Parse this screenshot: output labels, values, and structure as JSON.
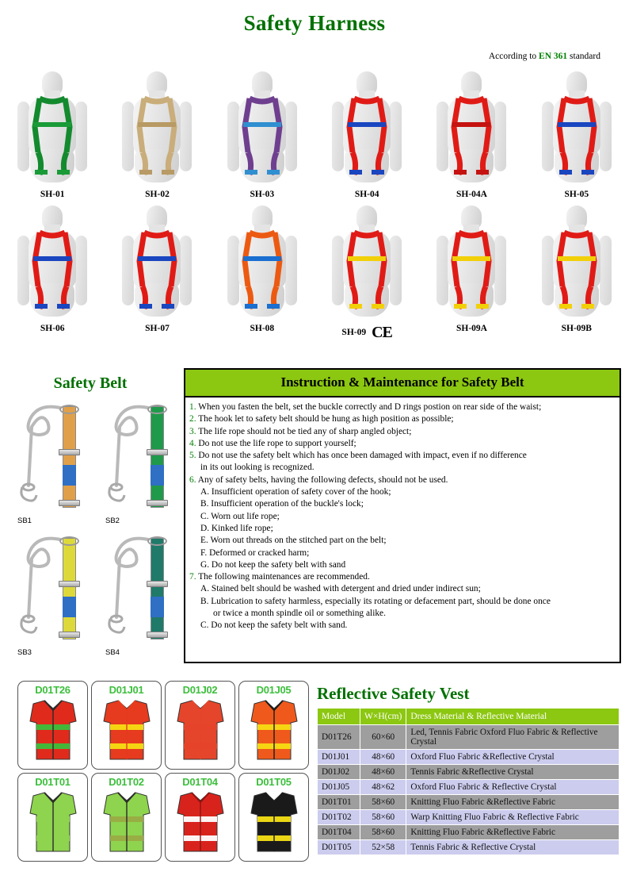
{
  "header": {
    "title": "Safety Harness",
    "standard_prefix": "According to ",
    "standard_code": "EN 361",
    "standard_suffix": " standard",
    "title_color": "#007000"
  },
  "harnesses": [
    {
      "code": "SH-01",
      "colors": [
        "#138a2e",
        "#1a9b37"
      ],
      "ce": ""
    },
    {
      "code": "SH-02",
      "colors": [
        "#c9ad7a",
        "#b89a64"
      ],
      "ce": ""
    },
    {
      "code": "SH-03",
      "colors": [
        "#6f3f8f",
        "#2f8fd0"
      ],
      "ce": ""
    },
    {
      "code": "SH-04",
      "colors": [
        "#e01b16",
        "#1a46c0"
      ],
      "ce": ""
    },
    {
      "code": "SH-04A",
      "colors": [
        "#e01b16",
        "#c41310"
      ],
      "ce": ""
    },
    {
      "code": "SH-05",
      "colors": [
        "#e01b16",
        "#1a46c0"
      ],
      "ce": ""
    },
    {
      "code": "SH-06",
      "colors": [
        "#e01b16",
        "#1a46c0"
      ],
      "ce": ""
    },
    {
      "code": "SH-07",
      "colors": [
        "#e01b16",
        "#1a46c0"
      ],
      "ce": ""
    },
    {
      "code": "SH-08",
      "colors": [
        "#ec5a12",
        "#1a6fd0"
      ],
      "ce": ""
    },
    {
      "code": "SH-09",
      "colors": [
        "#e01b16",
        "#f2d009"
      ],
      "ce": "CE"
    },
    {
      "code": "SH-09A",
      "colors": [
        "#e01b16",
        "#f2d009"
      ],
      "ce": ""
    },
    {
      "code": "SH-09B",
      "colors": [
        "#e01b16",
        "#f2d009"
      ],
      "ce": ""
    }
  ],
  "safety_belt": {
    "title": "Safety Belt",
    "items": [
      {
        "code": "SB1",
        "webbing_color": "#e0a04a"
      },
      {
        "code": "SB2",
        "webbing_color": "#1f9a4a"
      },
      {
        "code": "SB3",
        "webbing_color": "#ddd93a"
      },
      {
        "code": "SB4",
        "webbing_color": "#1f7a6a"
      }
    ]
  },
  "instruction": {
    "heading": "Instruction & Maintenance for Safety Belt",
    "header_bg": "#8cc711",
    "number_color": "#008000",
    "lines": [
      {
        "num": "1.",
        "text": "When you fasten the belt, set the buckle correctly and D rings postion on rear side of the waist;",
        "indent": 0
      },
      {
        "num": "2.",
        "text": "The hook let to safety belt should be hung as high position as possible;",
        "indent": 0
      },
      {
        "num": "3.",
        "text": "The life rope should not be tied any of sharp angled object;",
        "indent": 0
      },
      {
        "num": "4.",
        "text": "Do not use the life rope to support yourself;",
        "indent": 0
      },
      {
        "num": "5.",
        "text": "Do not use the safety belt which has once been damaged with impact, even if no difference",
        "indent": 0
      },
      {
        "num": "",
        "text": "in its out looking is recognized.",
        "indent": 1
      },
      {
        "num": "6.",
        "text": "Any of safety belts, having the following defects, should not be used.",
        "indent": 0
      },
      {
        "num": "",
        "text": "A. Insufficient operation of safety cover of the hook;",
        "indent": 1
      },
      {
        "num": "",
        "text": "B. Insufficient operation of the buckle's lock;",
        "indent": 1
      },
      {
        "num": "",
        "text": "C. Worn out life rope;",
        "indent": 1
      },
      {
        "num": "",
        "text": "D. Kinked life rope;",
        "indent": 1
      },
      {
        "num": "",
        "text": "E. Worn out threads on the stitched part on the belt;",
        "indent": 1
      },
      {
        "num": "",
        "text": "F. Deformed or cracked harm;",
        "indent": 1
      },
      {
        "num": "",
        "text": "G. Do not keep the safety belt with sand",
        "indent": 1
      },
      {
        "num": "7.",
        "text": "The following maintenances are recommended.",
        "indent": 0
      },
      {
        "num": "",
        "text": "A. Stained belt should be washed with detergent and dried under indirect sun;",
        "indent": 1
      },
      {
        "num": "",
        "text": "B. Lubrication to safety harmless, especially its rotating or defacement part, should be done once",
        "indent": 1
      },
      {
        "num": "",
        "text": "or twice a month spindle oil or something alike.",
        "indent": 2
      },
      {
        "num": "",
        "text": "C. Do not keep the safety belt with sand.",
        "indent": 1
      }
    ]
  },
  "vest_section": {
    "title": "Reflective Safety Vest",
    "title_color": "#007000",
    "thumbnails": [
      {
        "code": "D01T26",
        "style": "red-green-strap"
      },
      {
        "code": "D01J01",
        "style": "red-yellow-band"
      },
      {
        "code": "D01J02",
        "style": "red-plain"
      },
      {
        "code": "D01J05",
        "style": "orange-yellow-stripe"
      },
      {
        "code": "D01T01",
        "style": "green-plain"
      },
      {
        "code": "D01T02",
        "style": "green-open"
      },
      {
        "code": "D01T04",
        "style": "red-white-stripe"
      },
      {
        "code": "D01T05",
        "style": "black-yellow"
      }
    ],
    "table": {
      "headers": [
        "Model",
        "W×H(cm)",
        "Dress Material & Reflective Material"
      ],
      "rows": [
        {
          "model": "D01T26",
          "size": "60×60",
          "material": "Led, Tennis Fabric Oxford Fluo Fabric & Reflective Crystal",
          "shade": "gray"
        },
        {
          "model": "D01J01",
          "size": "48×60",
          "material": "Oxford Fluo Fabric &Reflective Crystal",
          "shade": "lav"
        },
        {
          "model": "D01J02",
          "size": "48×60",
          "material": "Tennis Fabric &Reflective Crystal",
          "shade": "gray"
        },
        {
          "model": "D01J05",
          "size": "48×62",
          "material": "Oxford Fluo Fabric & Reflective Crystal",
          "shade": "lav"
        },
        {
          "model": "D01T01",
          "size": "58×60",
          "material": "Knitting Fluo Fabric &Reflective Fabric",
          "shade": "gray"
        },
        {
          "model": "D01T02",
          "size": "58×60",
          "material": "Warp Knitting Fluo Fabric & Reflective Fabric",
          "shade": "lav"
        },
        {
          "model": "D01T04",
          "size": "58×60",
          "material": "Knitting Fluo Fabric &Reflective Fabric",
          "shade": "gray"
        },
        {
          "model": "D01T05",
          "size": "52×58",
          "material": "Tennis Fabric & Reflective Crystal",
          "shade": "lav"
        }
      ]
    }
  }
}
